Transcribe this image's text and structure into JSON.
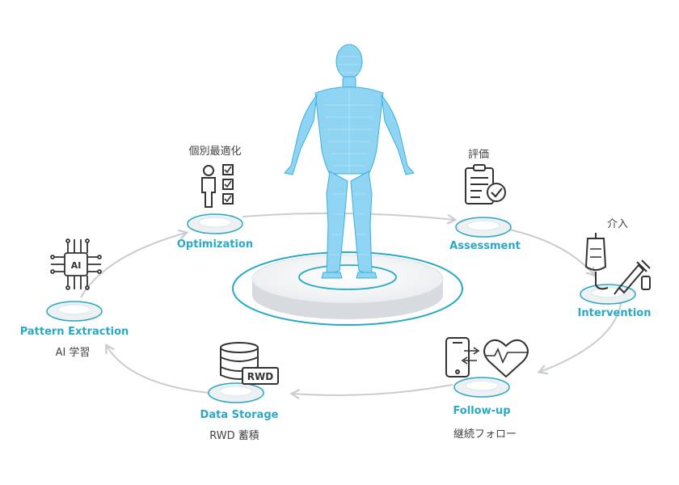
{
  "colors": {
    "accent": "#2aa8c4",
    "body": "#6fc8ec",
    "ring": "#c8cdd2",
    "icon": "#333333",
    "text_jp": "#444444"
  },
  "nodes": [
    {
      "key": "optimization",
      "en": "Optimization",
      "jp": "個別最適化",
      "icon": "checklist-person-icon"
    },
    {
      "key": "assessment",
      "en": "Assessment",
      "jp": "評価",
      "icon": "clipboard-check-icon"
    },
    {
      "key": "intervention",
      "en": "Intervention",
      "jp": "介入",
      "icon": "iv-bag-syringe-icon"
    },
    {
      "key": "followup",
      "en": "Follow-up",
      "jp": "継続フォロー",
      "icon": "phone-heart-icon"
    },
    {
      "key": "storage",
      "en": "Data Storage",
      "jp": "RWD 蓄積",
      "icon": "database-icon"
    },
    {
      "key": "pattern",
      "en": "Pattern Extraction",
      "jp": "AI 学習",
      "icon": "ai-chip-icon"
    }
  ],
  "icon_text": {
    "rwd": "RWD",
    "ai": "AI"
  }
}
